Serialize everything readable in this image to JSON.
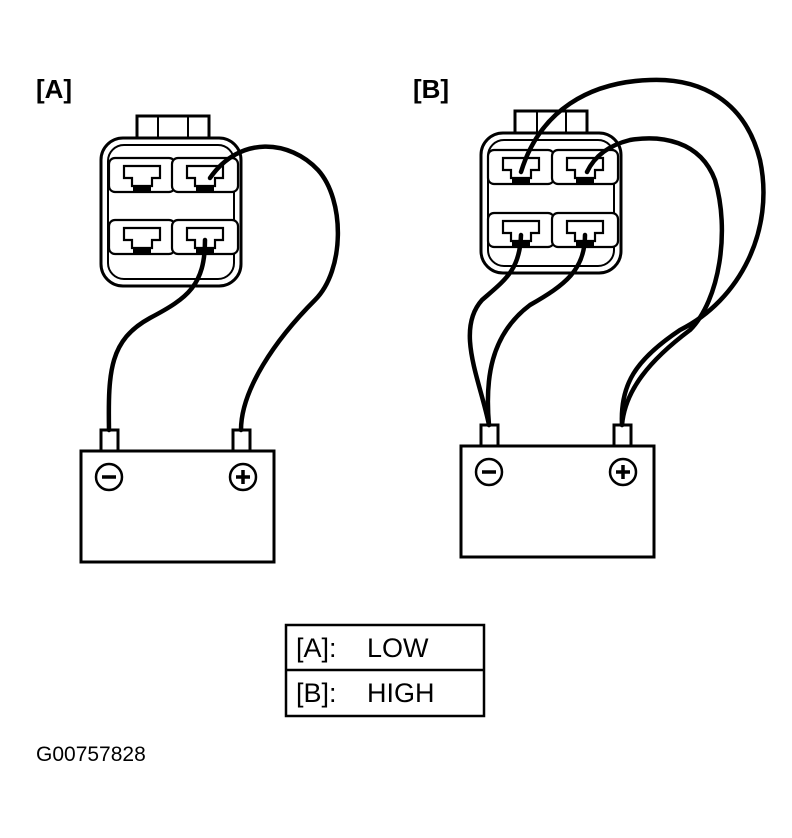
{
  "panels": [
    {
      "label": "[A]"
    },
    {
      "label": "[B]"
    }
  ],
  "legend": [
    {
      "key": "[A]:",
      "value": "LOW"
    },
    {
      "key": "[B]:",
      "value": "HIGH"
    }
  ],
  "figure_code": "G00757828",
  "battery": {
    "minus_symbol": "−",
    "plus_symbol": "+"
  }
}
